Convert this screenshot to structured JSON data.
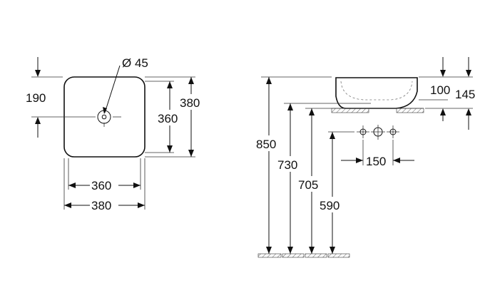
{
  "plan_view": {
    "drain_diameter": "Ø 45",
    "drain_offset": "190",
    "inner_depth": "360",
    "outer_depth": "380",
    "inner_width": "360",
    "outer_width": "380"
  },
  "side_view": {
    "height_850": "850",
    "height_730": "730",
    "height_705": "705",
    "height_590": "590",
    "basin_height": "100",
    "basin_total": "145",
    "tap_spacing": "150"
  }
}
